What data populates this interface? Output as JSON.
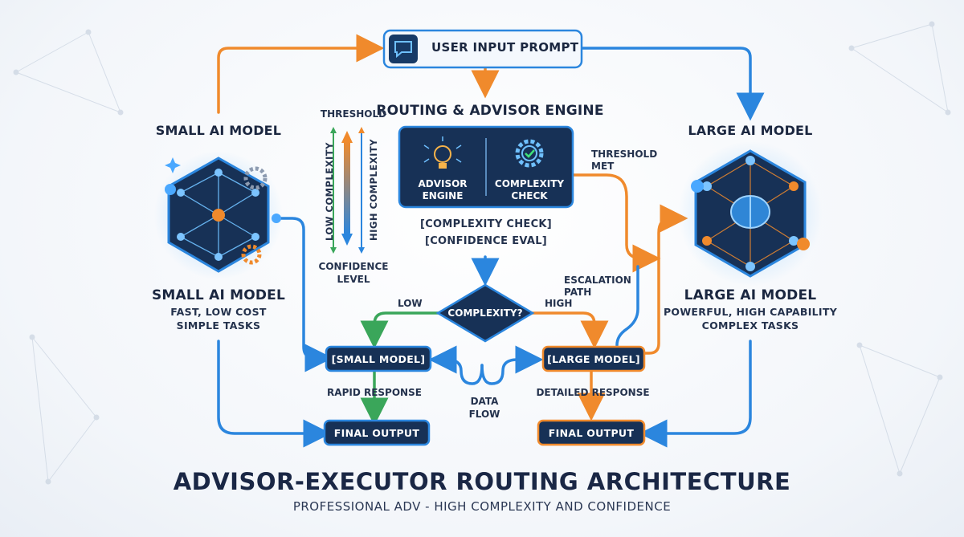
{
  "input": {
    "label": "USER INPUT PROMPT"
  },
  "engine": {
    "title": "ROUTING & ADVISOR ENGINE",
    "advisor": "ADVISOR ENGINE",
    "complexity": "COMPLEXITY CHECK",
    "note1": "[COMPLEXITY CHECK]",
    "note2": "[CONFIDENCE EVAL]"
  },
  "scale": {
    "top": "THRESHOLD",
    "left": "LOW COMPLEXITY",
    "right": "HIGH COMPLEXITY",
    "bottom": "CONFIDENCE LEVEL"
  },
  "small": {
    "heading": "SMALL AI MODEL",
    "title": "SMALL AI MODEL",
    "line1": "FAST, LOW COST",
    "line2": "SIMPLE TASKS"
  },
  "large": {
    "heading": "LARGE AI MODEL",
    "title": "LARGE AI MODEL",
    "line1": "POWERFUL, HIGH CAPABILITY",
    "line2": "COMPLEX TASKS"
  },
  "decision": {
    "label": "COMPLEXITY?",
    "low": "LOW",
    "high": "HIGH"
  },
  "threshold_met": "THRESHOLD MET",
  "escalation": "ESCALATION PATH",
  "small_model_box": "[SMALL MODEL]",
  "large_model_box": "[LARGE MODEL]",
  "rapid": "RAPID RESPONSE",
  "detailed": "DETAILED RESPONSE",
  "dataflow": "DATA FLOW",
  "output_left": "FINAL OUTPUT",
  "output_right": "FINAL OUTPUT",
  "footer": {
    "title": "ADVISOR-EXECUTOR ROUTING ARCHITECTURE",
    "subtitle": "PROFESSIONAL ADV - HIGH COMPLEXITY AND CONFIDENCE"
  },
  "colors": {
    "orange": "#f08a2c",
    "blue": "#2b86de",
    "green": "#3aa65a",
    "navy": "#15294a"
  }
}
